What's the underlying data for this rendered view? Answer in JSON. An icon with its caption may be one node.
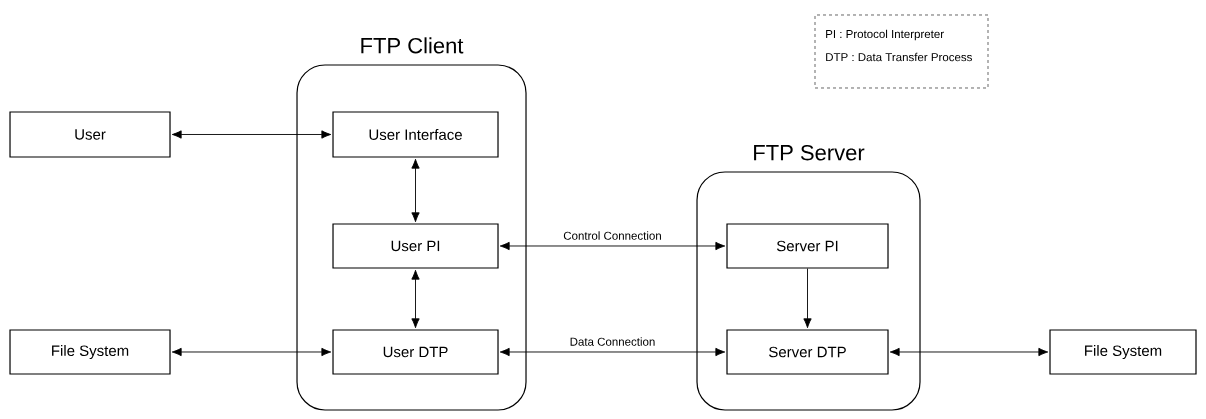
{
  "diagram": {
    "nodes": [
      {
        "text": [
          "FTP Client"
        ]
      },
      {
        "text": [
          "User Interface"
        ],
        "in": 0
      },
      {
        "text": [
          "User PI"
        ],
        "in": 0
      },
      {
        "text": [
          "User DTP"
        ],
        "in": 0
      },
      {
        "text": [
          "User"
        ]
      },
      {
        "text": [
          "File System"
        ]
      },
      {
        "text": [
          "FTP Server"
        ]
      },
      {
        "text": [
          "Server PI"
        ],
        "in": 6
      },
      {
        "text": [
          "Server DTP"
        ],
        "in": 6
      },
      {
        "text": [
          "File System"
        ]
      },
      {
        "text": [
          "PI : Protocol Interpreter",
          "DTP : Data Transfer Process"
        ]
      }
    ],
    "edges": [
      {
        "from": 4,
        "to": 1,
        "arrow": "both"
      },
      {
        "from": 1,
        "to": 2,
        "arrow": "both"
      },
      {
        "from": 2,
        "to": 3,
        "arrow": "both"
      },
      {
        "from": 5,
        "to": 3,
        "arrow": "both"
      },
      {
        "from": 2,
        "to": 7,
        "arrow": "both",
        "label": "Control Connection"
      },
      {
        "from": 3,
        "to": 8,
        "arrow": "both",
        "label": "Data Connection"
      },
      {
        "from": 7,
        "to": 8,
        "arrow": "to"
      },
      {
        "from": 8,
        "to": 9,
        "arrow": "both"
      }
    ]
  }
}
